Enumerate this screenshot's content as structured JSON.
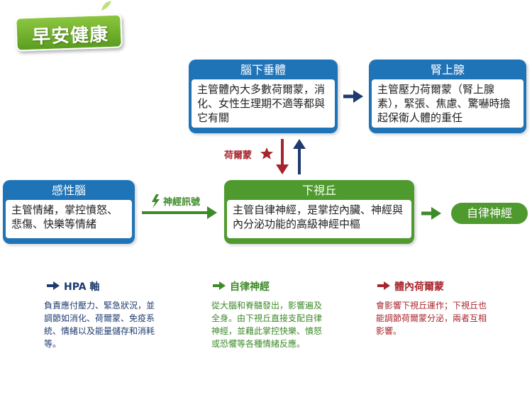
{
  "logo": {
    "text": "早安健康"
  },
  "boxes": {
    "pituitary": {
      "title": "腦下垂體",
      "body": "主管體內大多數荷爾蒙，消化、女性生理期不適等都與它有關"
    },
    "adrenal": {
      "title": "腎上腺",
      "body": "主管壓力荷爾蒙（腎上腺素），緊張、焦慮、驚嚇時擔起保衛人體的重任"
    },
    "limbic": {
      "title": "感性腦",
      "body": "主管情緒，掌控憤怒、悲傷、快樂等情緒"
    },
    "hypothalamus": {
      "title": "下視丘",
      "body": "主管自律神經，是掌控內臟、神經與內分泌功能的高級神經中樞"
    },
    "autonomic": {
      "label": "自律神經"
    }
  },
  "edges": {
    "hormone": "荷爾蒙",
    "nerve": "神經訊號"
  },
  "sections": [
    {
      "title": "HPA 軸",
      "body": "負責應付壓力、緊急狀況，並調節如消化、荷爾蒙、免疫系統、情緒以及能量儲存和消耗等。",
      "color": "#1e3a6e"
    },
    {
      "title": "自律神經",
      "body": "從大腦和脊髓發出，影響遍及全身。由下視丘直接支配自律神經，並藉此掌控快樂、憤怒或恐懼等各種情緒反應。",
      "color": "#3d8a28"
    },
    {
      "title": "體內荷爾蒙",
      "body": "會影響下視丘運作；下視丘也能調節荷爾蒙分泌，兩者互相影響。",
      "color": "#a8242c"
    }
  ],
  "colors": {
    "blue": "#1f73b7",
    "green": "#4f9a2f",
    "navy": "#1e3a6e",
    "red": "#a8242c"
  }
}
